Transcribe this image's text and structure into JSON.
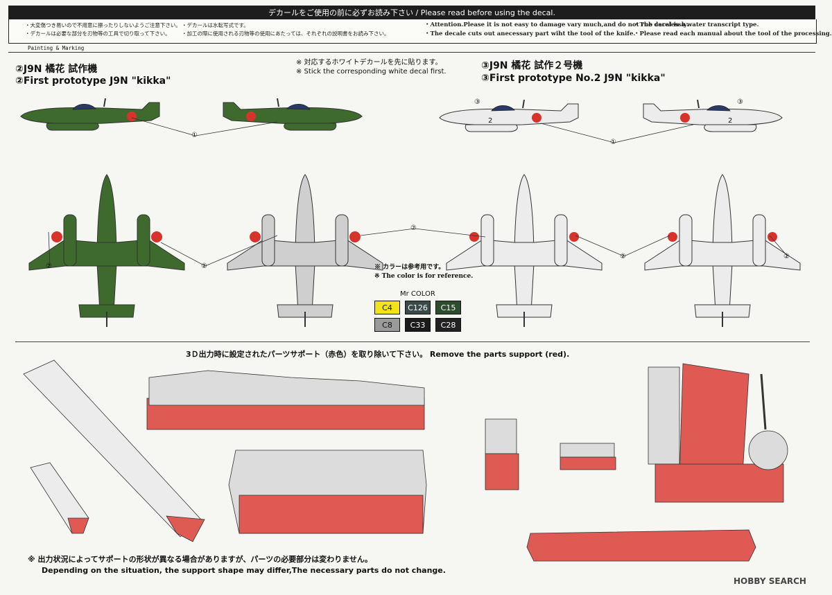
{
  "header": {
    "title": "デカールをご使用の前に必ずお読み下さい / Please read before using the decal."
  },
  "notes_jp": [
    "・大変傷つき易いので不用意に擦ったりしないようご注意下さい。",
    "・デカールは必要な部分を刃物等の工具で切り取って下さい。",
    "・デカールは水転写式です。",
    "・加工の際に使用される刃物等の使用にあたっては、それぞれの説明書をお読み下さい。"
  ],
  "notes_en": [
    "・Attention.Please it is not easy to damage vary much,and do not rub carelessly.",
    "・The decale cuts out anecessary part wiht the tool of the knife.",
    "・The decal is a water transcript type.",
    "・Please read each manual about the tool of the processing."
  ],
  "section_label": "Painting & Marking",
  "left_heading": {
    "jp": "②J9N 橘花 試作機",
    "en": "②First prototype J9N \"kikka\""
  },
  "white_decal_note": {
    "jp": "※ 対応するホワイトデカールを先に貼ります。",
    "en": "※ Stick the corresponding white decal first."
  },
  "right_heading": {
    "jp": "③J9N 橘花 試作２号機",
    "en": "③First prototype No.2 J9N \"kikka\""
  },
  "color_note": {
    "jp": "※ カラーは参考用です。",
    "en": "※ The color is for reference."
  },
  "mr_color": {
    "label": "Mr COLOR",
    "chips": [
      {
        "code": "C4",
        "color": "#f1e21c",
        "text_color": "#111111"
      },
      {
        "code": "C126",
        "color": "#3a4a49",
        "text_color": "#ffffff"
      },
      {
        "code": "C15",
        "color": "#2e4d2c",
        "text_color": "#ffffff"
      },
      {
        "code": "C8",
        "color": "#9a9a9a",
        "text_color": "#111111"
      },
      {
        "code": "C33",
        "color": "#1b1b1b",
        "text_color": "#ffffff"
      },
      {
        "code": "C28",
        "color": "#222222",
        "text_color": "#ffffff"
      }
    ]
  },
  "callouts": {
    "one": "①",
    "two": "②",
    "three": "③",
    "side_number": "2"
  },
  "support_heading": "3Ｄ出力時に設定されたパーツサポート（赤色）を取り除いて下さい。 Remove the parts support (red).",
  "bottom_note": {
    "jp": "※ 出力状況によってサポートの形状が異なる場合がありますが、パーツの必要部分は変わりません。",
    "en": "Depending on the situation, the support shape may differ,The necessary parts do not change."
  },
  "watermark": "HOBBY SEARCH",
  "colors": {
    "green": "#3e6a2e",
    "gray": "#cfcfcf",
    "white_plane": "#ececec",
    "hinomaru": "#d8332b",
    "support_red": "#e05a54"
  }
}
